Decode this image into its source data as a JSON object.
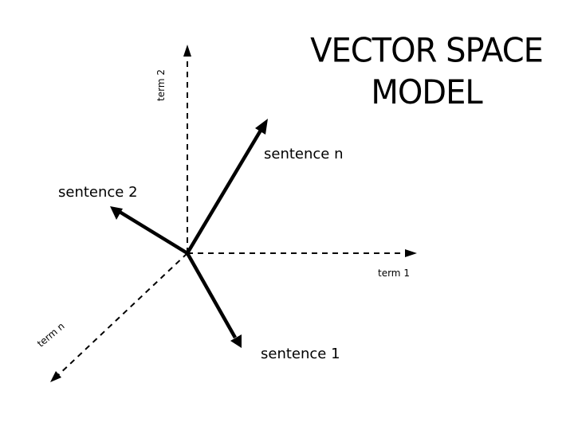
{
  "title": {
    "line1": "VECTOR SPACE",
    "line2": "MODEL"
  },
  "axes": [
    {
      "id": "term1",
      "label": "term 1"
    },
    {
      "id": "term2",
      "label": "term 2"
    },
    {
      "id": "termn",
      "label": "term n"
    }
  ],
  "vectors": [
    {
      "id": "sentence1",
      "label": "sentence 1"
    },
    {
      "id": "sentence2",
      "label": "sentence 2"
    },
    {
      "id": "sentencen",
      "label": "sentence n"
    }
  ],
  "colors": {
    "ink": "#000000",
    "background": "#ffffff"
  }
}
